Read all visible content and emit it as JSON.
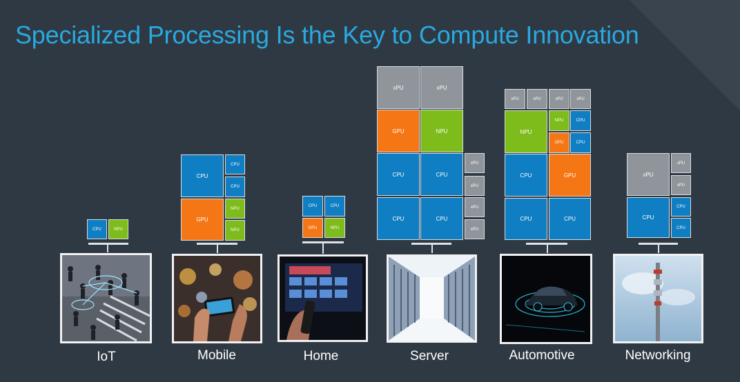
{
  "title": "Specialized Processing Is the Key to Compute Innovation",
  "colors": {
    "title": "#29a9e0",
    "cpu": "#0f7ec3",
    "gpu": "#f57615",
    "npu": "#7ebc1b",
    "xpu": "#8f959b",
    "background": "#2f3943"
  },
  "chip_labels": {
    "cpu": "CPU",
    "gpu": "GPU",
    "npu": "NPU",
    "xpu": "xPU"
  },
  "segments": [
    {
      "label": "IoT",
      "icon": "crowd-street-photo"
    },
    {
      "label": "Mobile",
      "icon": "smartphone-photo"
    },
    {
      "label": "Home",
      "icon": "tv-remote-photo"
    },
    {
      "label": "Server",
      "icon": "data-center-photo"
    },
    {
      "label": "Automotive",
      "icon": "car-photo"
    },
    {
      "label": "Networking",
      "icon": "cell-tower-photo"
    }
  ]
}
